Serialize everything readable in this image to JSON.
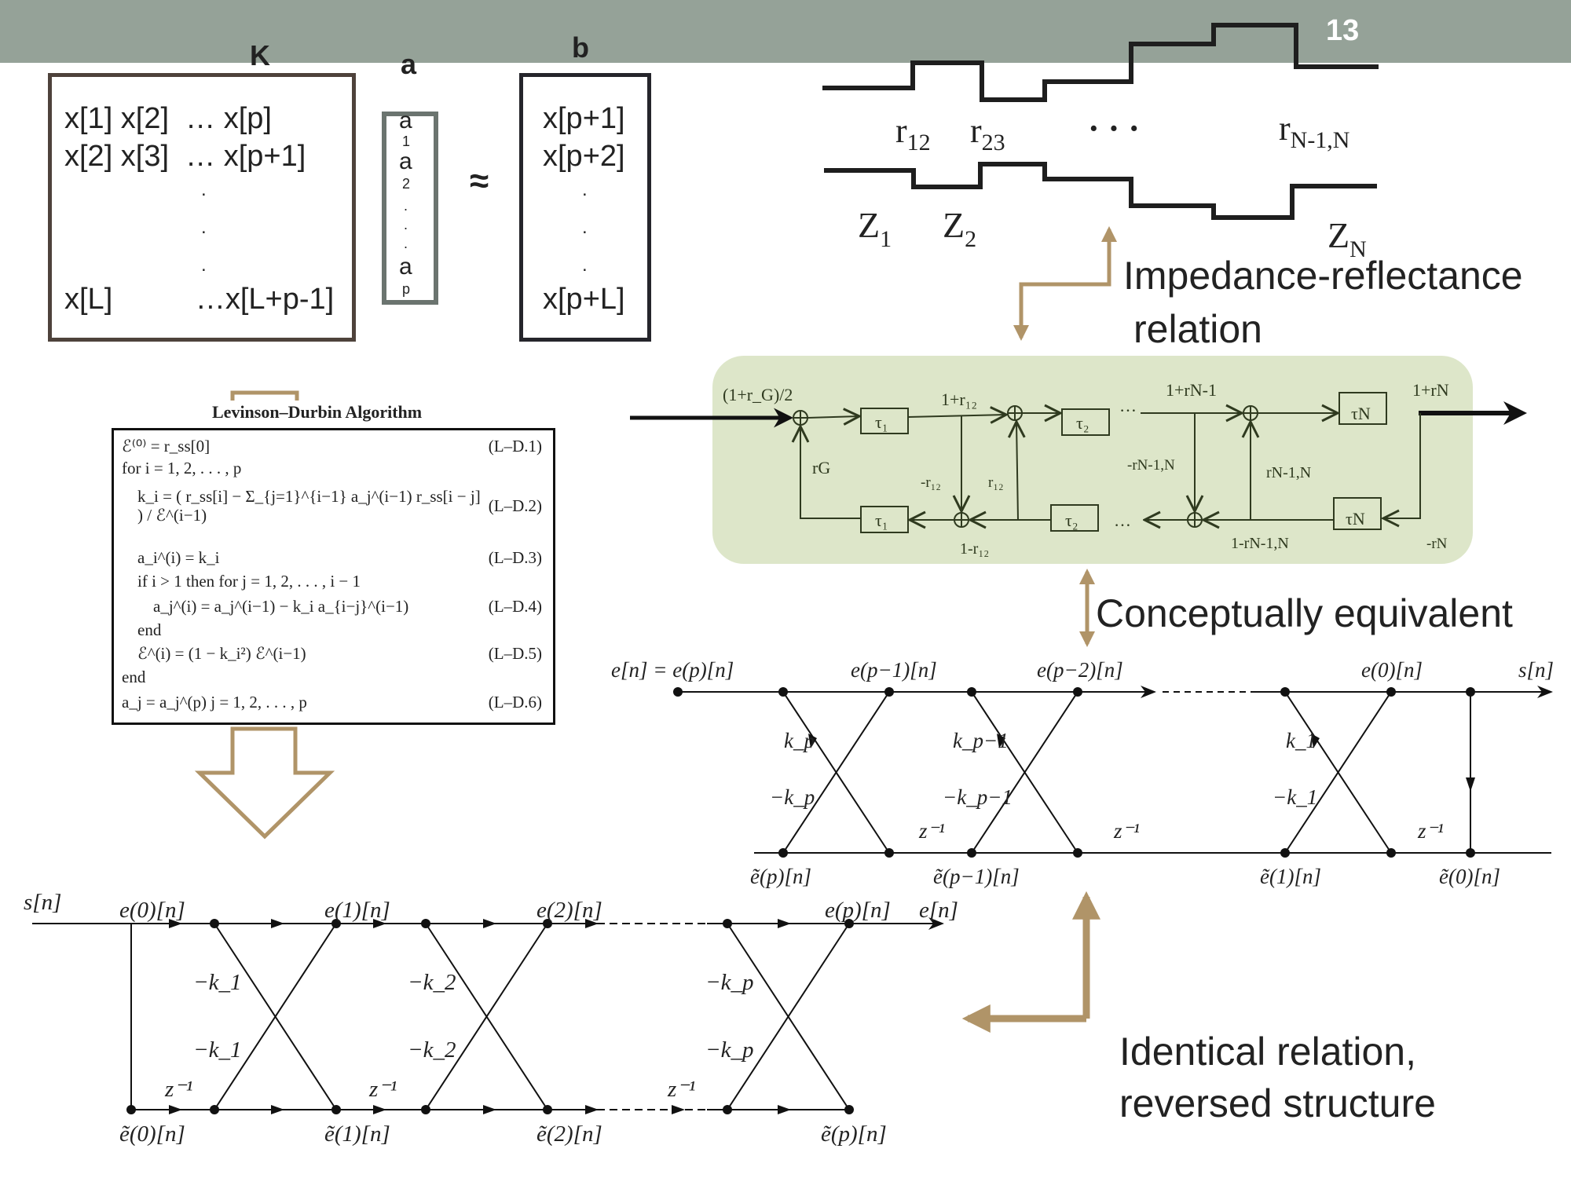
{
  "slide": {
    "page_number": "13",
    "header_color": "#95a298",
    "accent_arrow_color": "#b09468",
    "panel_color": "#dde6c9"
  },
  "matrix_equation": {
    "k_label": "K",
    "a_label": "a",
    "b_label": "b",
    "approx_symbol": "≈",
    "k_rows": [
      "x[1] x[2]  … x[p]",
      "x[2] x[3]  … x[p+1]",
      ".",
      ".",
      ".",
      "x[L]          …x[L+p-1]"
    ],
    "a_entries": [
      "a",
      "1",
      "a",
      "2",
      ".",
      ".",
      ".",
      "a",
      "p"
    ],
    "b_rows": [
      "x[p+1]",
      "x[p+2]",
      ".",
      ".",
      ".",
      "x[p+L]"
    ]
  },
  "tube_model": {
    "reflection_labels": [
      {
        "base": "r",
        "sub": "12"
      },
      {
        "base": "r",
        "sub": "23"
      },
      {
        "base": "r",
        "sub": "N-1,N"
      }
    ],
    "ellipsis": "· · ·",
    "impedance_labels": [
      {
        "base": "Z",
        "sub": "1"
      },
      {
        "base": "Z",
        "sub": "2"
      },
      {
        "base": "Z",
        "sub": "N"
      }
    ]
  },
  "annotations": {
    "impedance_reflectance_line1": "Impedance-reflectance",
    "impedance_reflectance_line2": "relation",
    "conceptually_equivalent": "Conceptually equivalent",
    "identical_line1": "Identical relation,",
    "identical_line2": "reversed structure"
  },
  "levinson_durbin": {
    "title": "Levinson–Durbin Algorithm",
    "lines": [
      {
        "text": "ℰ⁽⁰⁾ = r_ss[0]",
        "tag": "(L–D.1)"
      },
      {
        "text": "for i = 1, 2, . . . , p",
        "tag": ""
      },
      {
        "text": "k_i = ( r_ss[i] − Σ_{j=1}^{i−1} a_j^(i−1) r_ss[i − j] ) / ℰ^(i−1)",
        "tag": "(L–D.2)"
      },
      {
        "text": "a_i^(i) = k_i",
        "tag": "(L–D.3)"
      },
      {
        "text": "if i > 1 then for j = 1, 2, . . . , i − 1",
        "tag": ""
      },
      {
        "text": "a_j^(i) = a_j^(i−1) − k_i a_{i−j}^(i−1)",
        "tag": "(L–D.4)"
      },
      {
        "text": "end",
        "tag": ""
      },
      {
        "text": "ℰ^(i) = (1 − k_i²) ℰ^(i−1)",
        "tag": "(L–D.5)"
      },
      {
        "text": "end",
        "tag": ""
      },
      {
        "text": "a_j = a_j^(p)    j = 1, 2, . . . , p",
        "tag": "(L–D.6)"
      }
    ]
  },
  "waveguide_panel": {
    "input_label": "(1+r_G)/2",
    "labels": {
      "tau1": "τ₁",
      "tau2": "τ₂",
      "tauN": "τN",
      "one_plus_r12": "1+r₁₂",
      "one_plus_rN1": "1+rN-1",
      "one_plus_rN": "1+rN",
      "rG": "rG",
      "minus_r12": "-r₁₂",
      "r12": "r₁₂",
      "one_minus_r12": "1-r₁₂",
      "minus_rN1N": "-rN-1,N",
      "rN1N": "rN-1,N",
      "one_minus_rN1N": "1-rN-1,N",
      "minus_rN": "-rN",
      "dots": "…"
    }
  },
  "synthesis_lattice": {
    "top_labels": [
      "e[n] = e(p)[n]",
      "e(p−1)[n]",
      "e(p−2)[n]",
      "e(0)[n]",
      "s[n]"
    ],
    "bottom_labels": [
      "ẽ(p)[n]",
      "ẽ(p−1)[n]",
      "ẽ(1)[n]",
      "ẽ(0)[n]"
    ],
    "coef_labels": [
      "k_p",
      "−k_p",
      "k_p−1",
      "−k_p−1",
      "k_1",
      "−k_1"
    ],
    "delay_label": "z⁻¹"
  },
  "analysis_lattice": {
    "input_label": "s[n]",
    "top_labels": [
      "e(0)[n]",
      "e(1)[n]",
      "e(2)[n]",
      "e(p)[n]",
      "e[n]"
    ],
    "bottom_labels": [
      "ẽ(0)[n]",
      "ẽ(1)[n]",
      "ẽ(2)[n]",
      "ẽ(p)[n]"
    ],
    "coef_labels": [
      "−k_1",
      "−k_1",
      "−k_2",
      "−k_2",
      "−k_p",
      "−k_p"
    ],
    "delay_label": "z⁻¹"
  }
}
